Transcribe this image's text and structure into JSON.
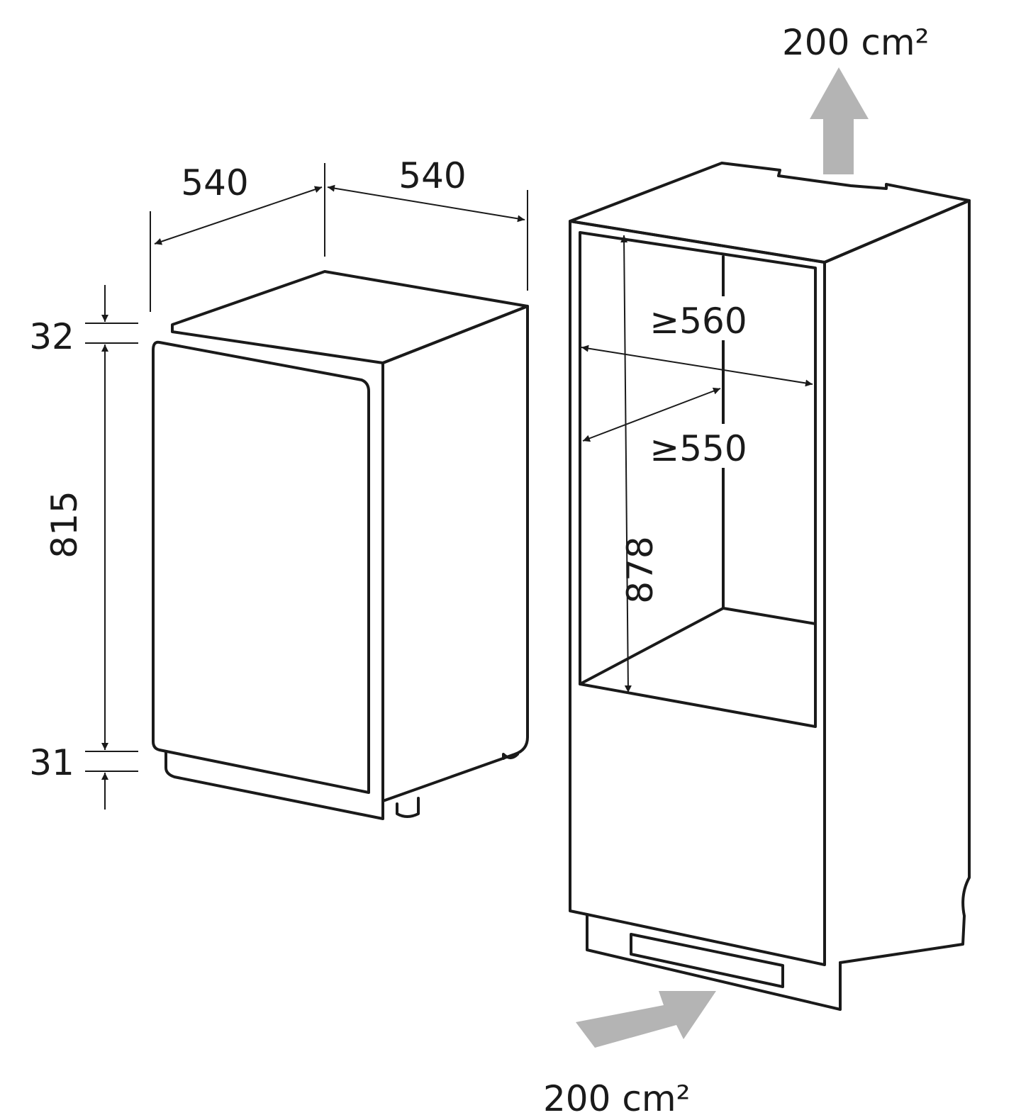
{
  "appliance": {
    "top_depth": "540",
    "top_width": "540",
    "top_gap": "32",
    "door_height": "815",
    "bottom_gap": "31"
  },
  "niche": {
    "min_width": "≥560",
    "min_depth": "≥550",
    "height": "878",
    "vent_top_value": "200",
    "vent_top_unit": "cm²",
    "vent_bottom_value": "200",
    "vent_bottom_unit": "cm²"
  },
  "colors": {
    "line": "#1a1a1a",
    "arrow_fill": "#b4b4b4",
    "grille_fill": "#e6e6e6"
  }
}
